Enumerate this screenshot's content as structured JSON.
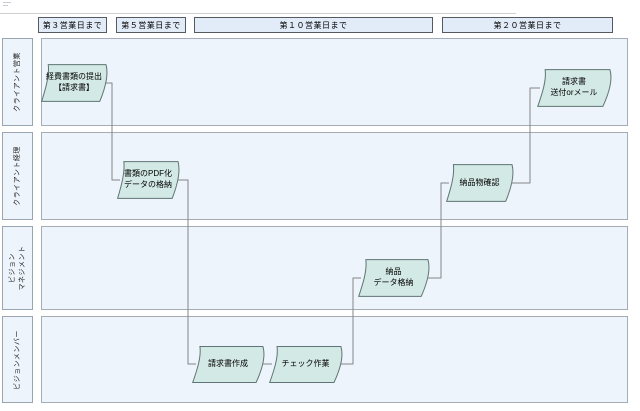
{
  "diagram_title": "swimlane-process-flow",
  "timeline_header": {
    "columns": [
      "第３営業日まで",
      "第５営業日まで",
      "第１０営業日まで",
      "第２０営業日まで"
    ]
  },
  "lanes": [
    {
      "label": "クライアント営業"
    },
    {
      "label": "クライアント経理"
    },
    {
      "label": "ビジョン\nマネジメント"
    },
    {
      "label": "ビジョンメンバー"
    }
  ],
  "nodes": [
    {
      "id": "expense-documents-submission",
      "label": "経費書類の提出\n【請求書】",
      "lane": 0,
      "column": "第３営業日まで"
    },
    {
      "id": "pdf-conversion-data-storage",
      "label": "書類のPDF化\nデータの格納",
      "lane": 1,
      "column": "第５営業日まで"
    },
    {
      "id": "invoice-creation",
      "label": "請求書作成",
      "lane": 3,
      "column": "第１０営業日まで"
    },
    {
      "id": "check-work",
      "label": "チェック作業",
      "lane": 3,
      "column": "第１０営業日まで"
    },
    {
      "id": "delivery-data-storage",
      "label": "納品\nデータ格納",
      "lane": 2,
      "column": "第１０営業日まで"
    },
    {
      "id": "deliverable-check",
      "label": "納品物確認",
      "lane": 1,
      "column": "第２０営業日まで"
    },
    {
      "id": "invoice-send-or-mail",
      "label": "請求書\n送付orメール",
      "lane": 0,
      "column": "第２０営業日まで"
    }
  ],
  "connections": [
    {
      "from": "expense-documents-submission",
      "to": "pdf-conversion-data-storage"
    },
    {
      "from": "pdf-conversion-data-storage",
      "to": "invoice-creation"
    },
    {
      "from": "invoice-creation",
      "to": "check-work"
    },
    {
      "from": "check-work",
      "to": "delivery-data-storage"
    },
    {
      "from": "delivery-data-storage",
      "to": "deliverable-check"
    },
    {
      "from": "deliverable-check",
      "to": "invoice-send-or-mail"
    }
  ],
  "colors": {
    "lane_fill": "#edf4fb",
    "header_fill": "#e2ecf8",
    "node_fill": "#d3e9e5",
    "node_border": "#5f7474",
    "connector": "#858585"
  }
}
